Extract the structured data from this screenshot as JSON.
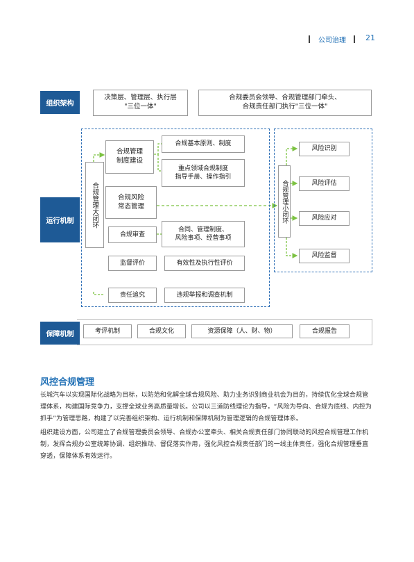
{
  "header": {
    "section": "公司治理",
    "page_number": "21"
  },
  "diagram": {
    "org_structure": {
      "label": "组织架构",
      "box1": "决策层、管理层、执行层\n\"三位一体\"",
      "box2": "合规委员会领导、合规管理部门牵头、\n合规责任部门执行\"三位一体\""
    },
    "operation": {
      "label": "运行机制",
      "big_loop": "合规管理大闭环",
      "small_loop": "合规管理小闭环",
      "system_building": "合规管理\n制度建设",
      "basic_principles": "合规基本原则、制度",
      "key_areas": "重点领域合规制度\n指导手册、操作指引",
      "risk_management": "合规风险\n常态管理",
      "compliance_review": "合规审查",
      "review_items": "合同、管理制度、\n风险事项、经营事项",
      "supervision": "监督评价",
      "effectiveness": "有效性及执行性评价",
      "accountability": "责任追究",
      "reporting": "违规举报和调查机制",
      "risk_steps": [
        "风险识别",
        "风险评估",
        "风险应对",
        "风险监督"
      ]
    },
    "guarantee": {
      "label": "保障机制",
      "items": [
        "考评机制",
        "合规文化",
        "资源保障（人、财、物）",
        "合规报告"
      ]
    }
  },
  "article": {
    "title": "风控合规管理",
    "paragraph1": "长城汽车以实现国际化战略为目标，以防范和化解全球合规风险、助力业务识别商业机会为目的，持续优化全球合规管理体系，构建国际竞争力，支撑全球业务高质量增长。公司以三道防线理论为指导，“风险为导向、合规为底线、内控为抓手”为管理思路，构建了以完善组织架构、运行机制和保障机制为管理逻辑的合规管理体系。",
    "paragraph2": "组织建设方面，公司建立了合规管理委员会领导、合规办公室牵头、相关合规责任部门协同联动的风控合规管理工作机制，发挥合规办公室统筹协调、组织推动、督促落实作用，强化风控合规责任部门的一线主体责任，强化合规管理垂直穿透，保障体系有效运行。"
  }
}
